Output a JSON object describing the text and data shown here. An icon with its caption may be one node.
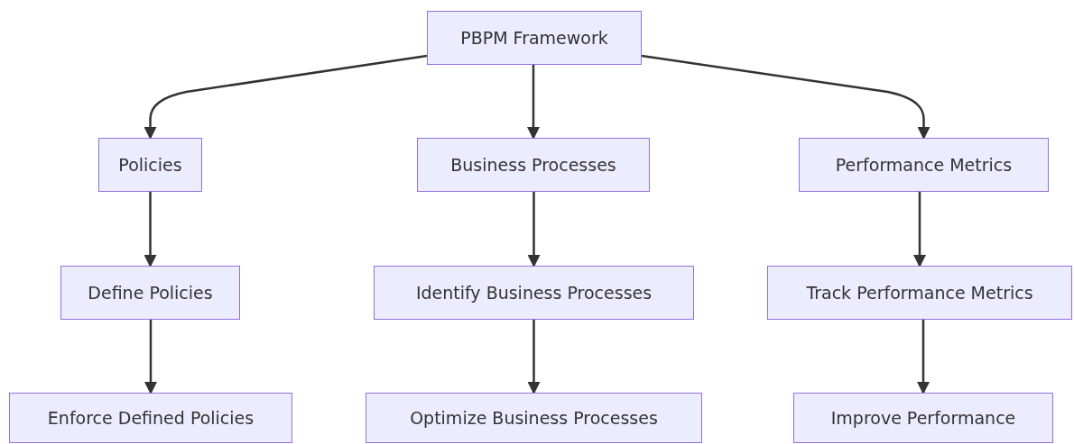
{
  "diagram": {
    "nodes": [
      {
        "text": [
          "PBPM Framework"
        ]
      },
      {
        "text": [
          "Policies"
        ]
      },
      {
        "text": [
          "Business Processes"
        ]
      },
      {
        "text": [
          "Performance Metrics"
        ]
      },
      {
        "text": [
          "Define Policies"
        ]
      },
      {
        "text": [
          "Identify Business Processes"
        ]
      },
      {
        "text": [
          "Track Performance Metrics"
        ]
      },
      {
        "text": [
          "Enforce Defined Policies"
        ]
      },
      {
        "text": [
          "Optimize Business Processes"
        ]
      },
      {
        "text": [
          "Improve Performance"
        ]
      }
    ],
    "edges": [
      {
        "from": 0,
        "to": 1,
        "arrow": "to"
      },
      {
        "from": 0,
        "to": 2,
        "arrow": "to"
      },
      {
        "from": 0,
        "to": 3,
        "arrow": "to"
      },
      {
        "from": 1,
        "to": 4,
        "arrow": "to"
      },
      {
        "from": 2,
        "to": 5,
        "arrow": "to"
      },
      {
        "from": 3,
        "to": 6,
        "arrow": "to"
      },
      {
        "from": 4,
        "to": 7,
        "arrow": "to"
      },
      {
        "from": 5,
        "to": 8,
        "arrow": "to"
      },
      {
        "from": 6,
        "to": 9,
        "arrow": "to"
      }
    ]
  }
}
